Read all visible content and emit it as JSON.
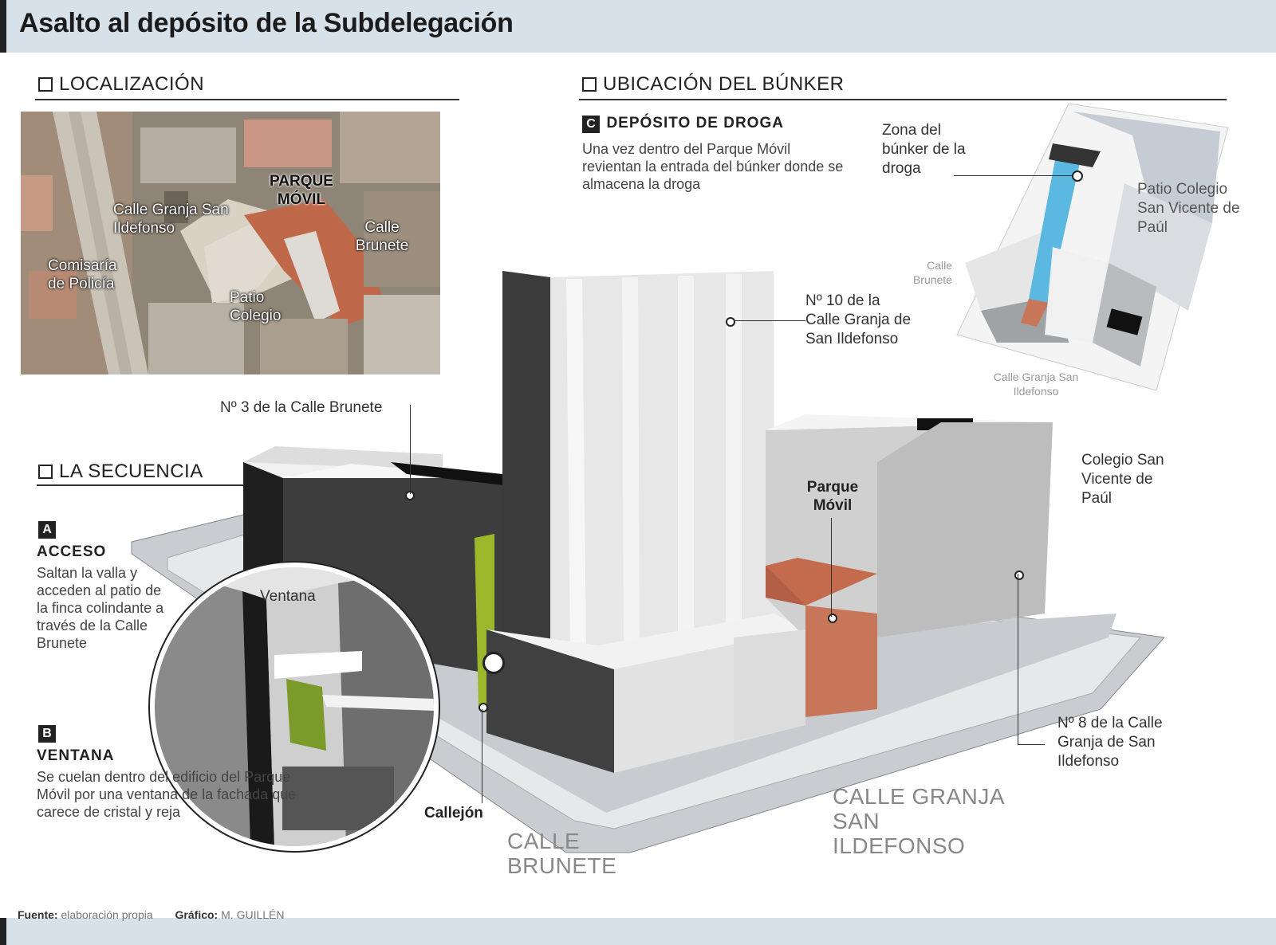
{
  "title": "Asalto al depósito de la Subdelegación",
  "sections": {
    "localizacion": "LOCALIZACIÓN",
    "ubicacion": "UBICACIÓN DEL BÚNKER",
    "secuencia": "LA SECUENCIA"
  },
  "map_labels": {
    "parque_movil": "PARQUE MÓVIL",
    "calle_granja": "Calle Granja San Ildefonso",
    "calle_brunete": "Calle Brunete",
    "comisaria": "Comisaría de Policía",
    "patio_colegio": "Patio Colegio"
  },
  "deposito": {
    "letter": "C",
    "heading": "DEPÓSITO DE DROGA",
    "text": "Una vez dentro del Parque Móvil revientan la entrada del búnker donde se almacena la droga"
  },
  "inset_labels": {
    "zona_bunker": "Zona del búnker de la droga",
    "patio_colegio": "Patio Colegio San Vicente de Paúl",
    "calle_brunete": "Calle Brunete",
    "calle_granja": "Calle Granja San Ildefonso"
  },
  "steps": [
    {
      "letter": "A",
      "heading": "ACCESO",
      "text": "Saltan la valla y acceden al patio de la finca colindante a través de la Calle Brunete"
    },
    {
      "letter": "B",
      "heading": "VENTANA",
      "text": "Se cuelan dentro del edificio del Parque Móvil por una ventana de la fachada que carece de cristal y reja"
    }
  ],
  "diagram_labels": {
    "n10": "Nº 10 de la Calle Granja de San Ildefonso",
    "n3": "Nº 3 de la Calle Brunete",
    "parque_movil": "Parque Móvil",
    "colegio": "Colegio San Vicente de Paúl",
    "n8": "Nº 8 de la Calle Granja de San Ildefonso",
    "ventana": "Ventana",
    "callejon": "Callejón",
    "street_brunete": "CALLE BRUNETE",
    "street_granja": "CALLE GRANJA SAN ILDEFONSO"
  },
  "footer": {
    "fuente_label": "Fuente:",
    "fuente_value": "elaboración propia",
    "grafico_label": "Gráfico:",
    "grafico_value": "M. GUILLÉN"
  },
  "colors": {
    "header_bg": "#d7e1ea",
    "brick": "#c8765a",
    "bunker_blue": "#5bb8e0",
    "alley_green": "#9cb82a"
  }
}
